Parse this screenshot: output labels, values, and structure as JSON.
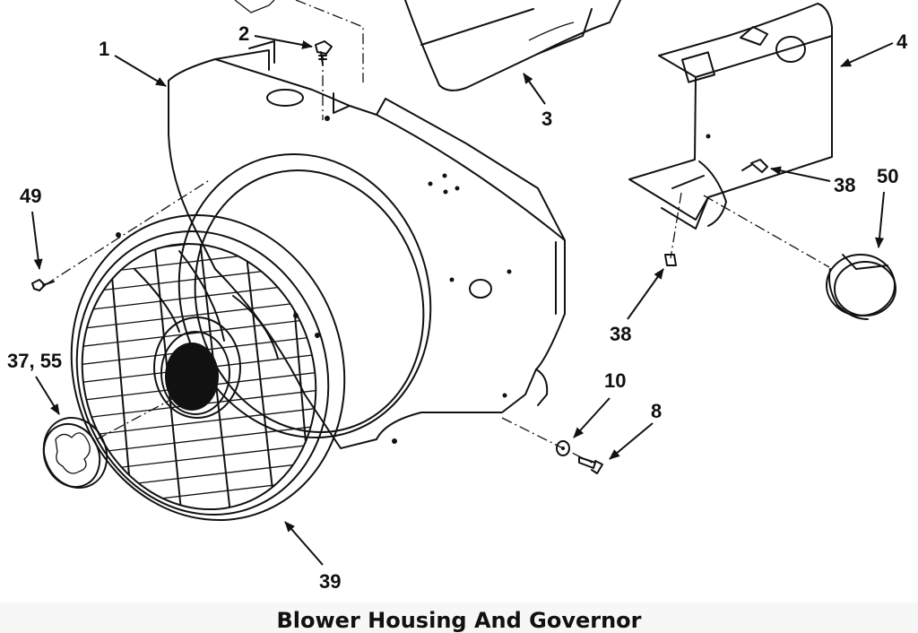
{
  "title": "Blower Housing And Governor",
  "callouts": {
    "c1": "1",
    "c2": "2",
    "c3": "3",
    "c4": "4",
    "c8": "8",
    "c10": "10",
    "c38a": "38",
    "c38b": "38",
    "c39": "39",
    "c49": "49",
    "c50": "50",
    "c3755": "37, 55"
  }
}
